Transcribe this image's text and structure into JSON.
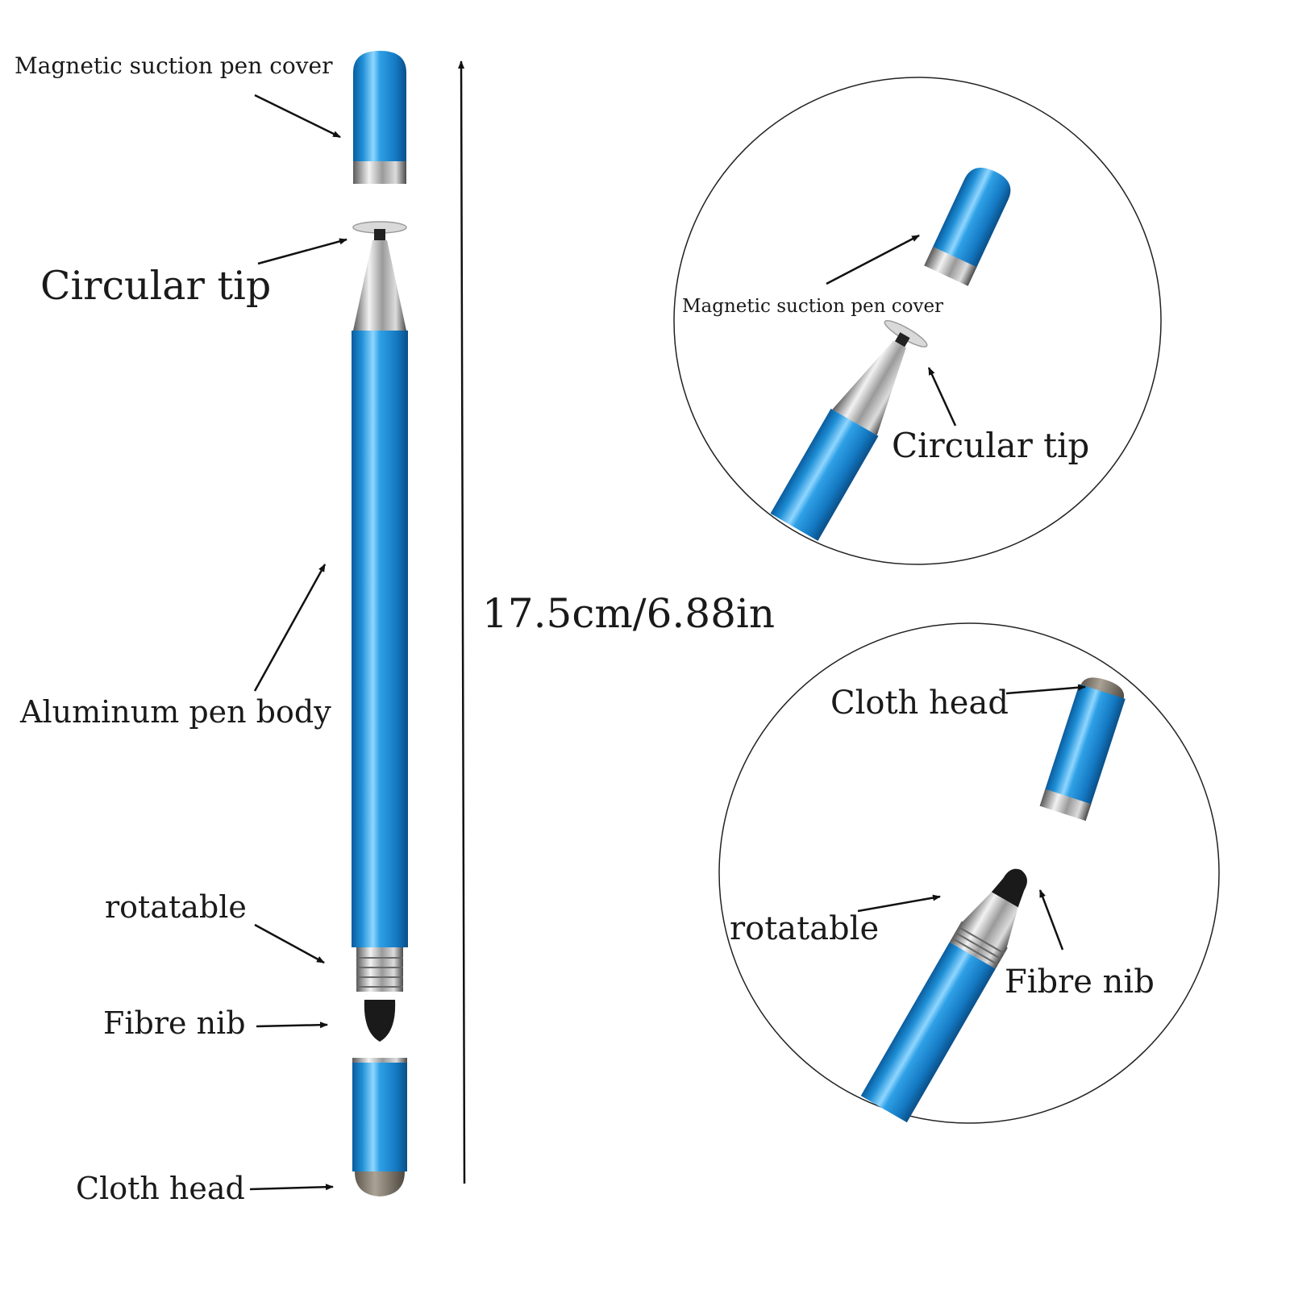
{
  "labels": {
    "cover_main": "Magnetic suction pen cover",
    "circular_tip_main": "Circular tip",
    "body_main": "Aluminum pen body",
    "rotatable_main": "rotatable",
    "fibre_nib_main": "Fibre nib",
    "cloth_head_main": "Cloth head",
    "dimension": "17.5cm/6.88in",
    "cover_zoom": "Magnetic suction pen cover",
    "circular_tip_zoom": "Circular tip",
    "cloth_head_zoom": "Cloth head",
    "rotatable_zoom": "rotatable",
    "fibre_nib_zoom": "Fibre nib"
  },
  "colors": {
    "pen_blue": "#1f8fd6",
    "pen_blue_light": "#8fd3ff",
    "pen_blue_dark": "#0b5e9c",
    "metal": "#b8b8b8",
    "nib": "#1a1a1a",
    "cloth": "#8a8378",
    "line": "#111111"
  }
}
